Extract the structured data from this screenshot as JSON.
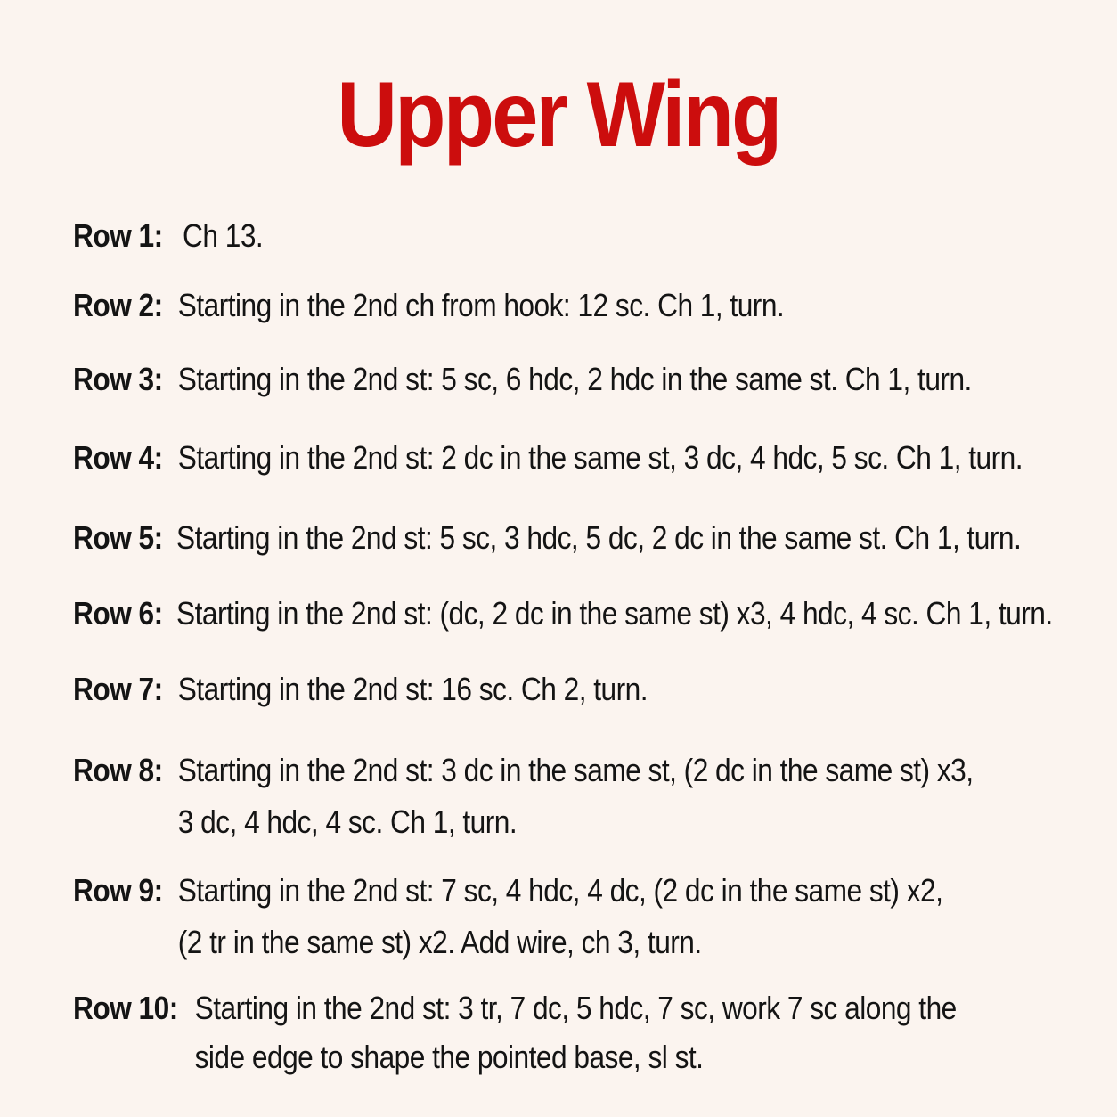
{
  "title": "Upper Wing",
  "colors": {
    "background": "#fbf4ef",
    "title": "#cc0d0d",
    "text": "#141414"
  },
  "rows": [
    {
      "label": "Row 1:",
      "text": "Ch 13."
    },
    {
      "label": "Row 2:",
      "text": "Starting in the 2nd ch from hook: 12 sc. Ch 1, turn."
    },
    {
      "label": "Row 3:",
      "text": "Starting in the 2nd st: 5 sc, 6 hdc, 2 hdc in the same st. Ch 1, turn."
    },
    {
      "label": "Row 4:",
      "text": "Starting in the 2nd st: 2 dc in the same st, 3 dc, 4 hdc, 5 sc. Ch 1, turn."
    },
    {
      "label": "Row 5:",
      "text": "Starting in the 2nd st: 5 sc, 3 hdc, 5 dc, 2 dc in the same st. Ch 1, turn."
    },
    {
      "label": "Row 6:",
      "text": "Starting in the 2nd st: (dc, 2 dc in the same st) x3, 4 hdc, 4 sc. Ch 1, turn."
    },
    {
      "label": "Row 7:",
      "text": "Starting in the 2nd st: 16 sc. Ch 2, turn."
    },
    {
      "label": "Row 8:",
      "text": "Starting in the 2nd st: 3 dc in the same st, (2 dc in the same st) x3,\n3 dc, 4 hdc, 4 sc. Ch 1, turn."
    },
    {
      "label": "Row 9:",
      "text": "Starting in the 2nd st: 7 sc, 4 hdc, 4 dc, (2 dc in the same st) x2,\n(2 tr in the same st) x2. Add wire, ch 3, turn."
    },
    {
      "label": "Row 10:",
      "text": "Starting in the 2nd st: 3 tr, 7 dc, 5 hdc, 7 sc, work 7 sc along the\nside edge to shape the pointed base, sl st."
    }
  ]
}
